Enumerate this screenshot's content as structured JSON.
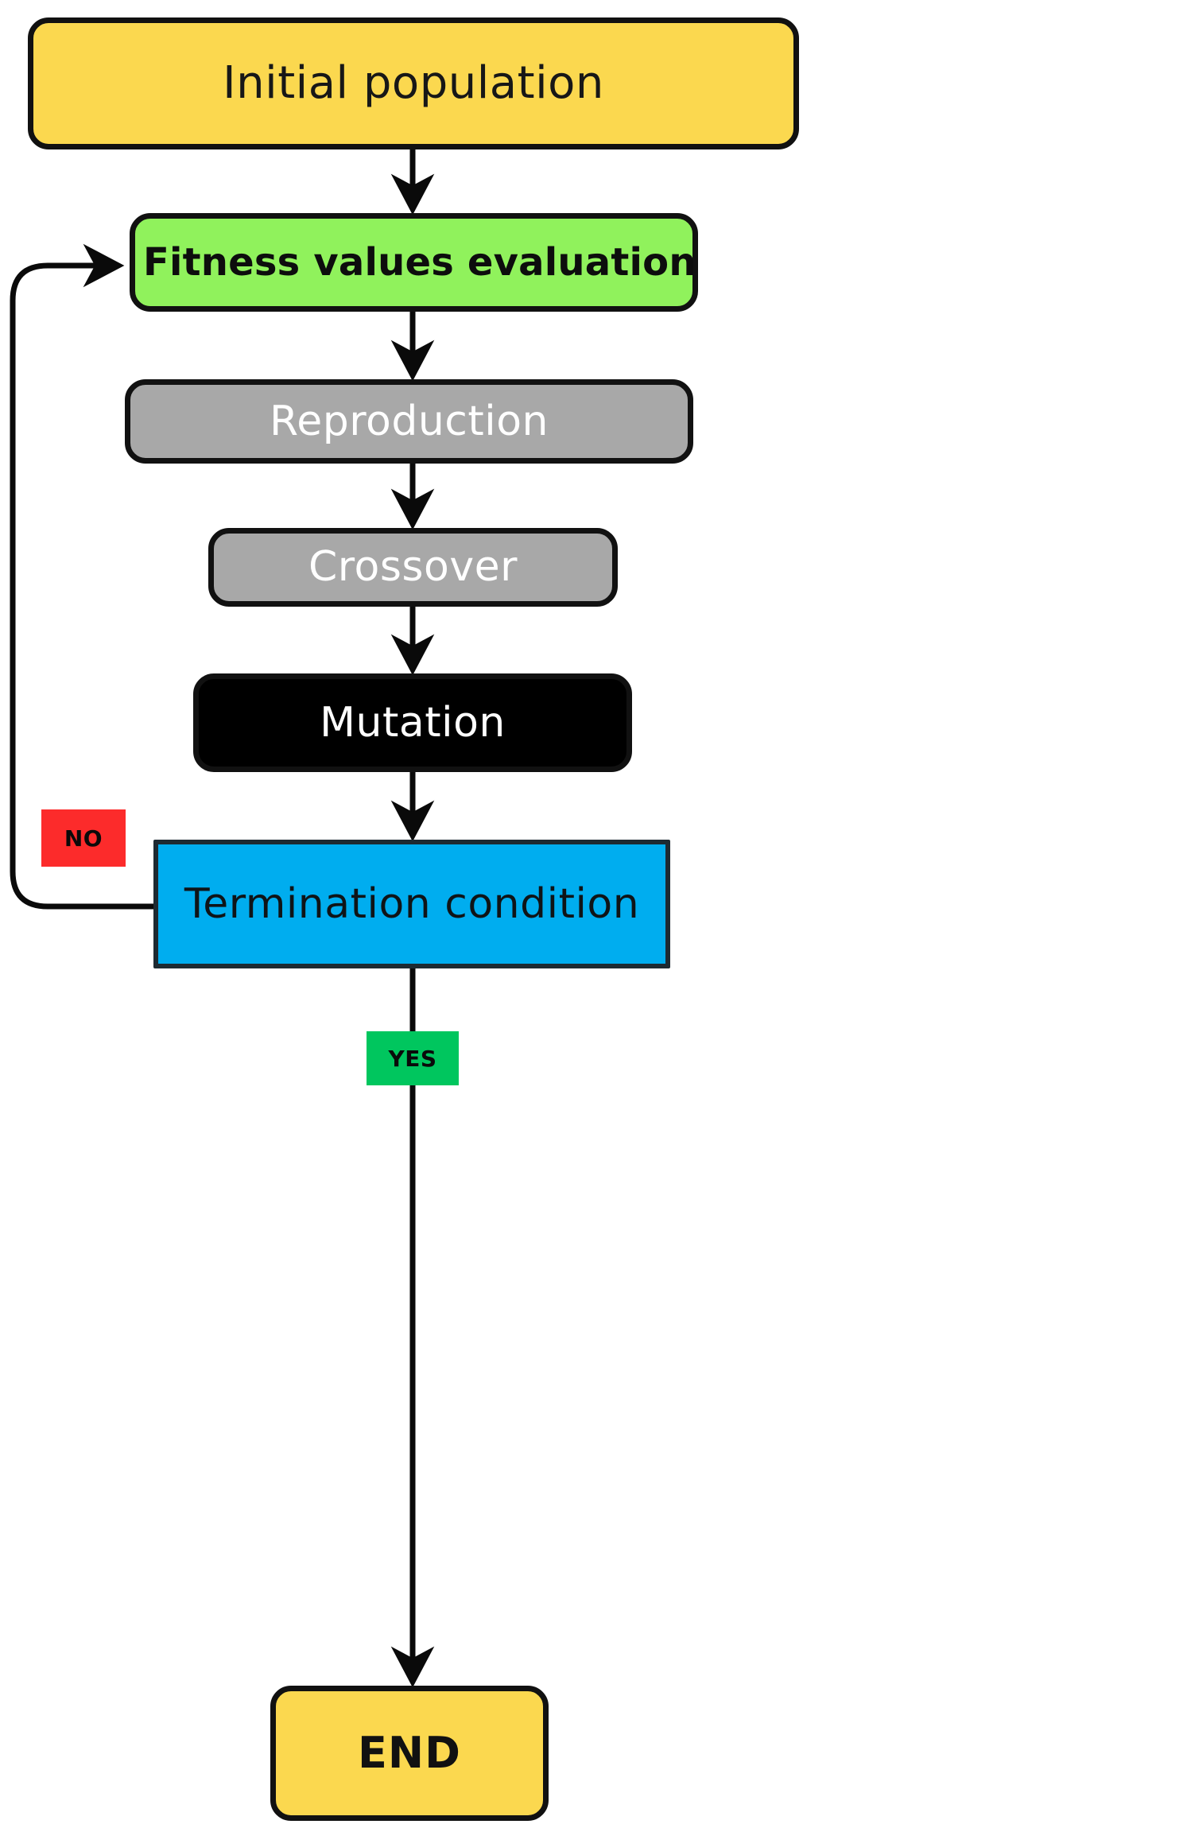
{
  "diagram": {
    "title": "Genetic algorithm flowchart",
    "background": "#ffffff",
    "nodes": {
      "initial_population": {
        "label": "Initial population",
        "fill": "#fbd84f",
        "text_color": "#171717",
        "shape": "rounded-rectangle"
      },
      "fitness_evaluation": {
        "label": "Fitness values evaluation",
        "fill": "#90f25c",
        "text_color": "#0d0d0d",
        "shape": "rounded-rectangle"
      },
      "reproduction": {
        "label": "Reproduction",
        "fill": "#a8a8a8",
        "text_color": "#ffffff",
        "shape": "rounded-rectangle"
      },
      "crossover": {
        "label": "Crossover",
        "fill": "#a8a8a8",
        "text_color": "#ffffff",
        "shape": "rounded-rectangle"
      },
      "mutation": {
        "label": "Mutation",
        "fill": "#000000",
        "text_color": "#ffffff",
        "shape": "rounded-rectangle"
      },
      "termination": {
        "label": "Termination condition",
        "fill": "#00adef",
        "text_color": "#0f1417",
        "shape": "rectangle"
      },
      "end": {
        "label": "END",
        "fill": "#fbd84f",
        "text_color": "#111111",
        "shape": "rounded-rectangle"
      }
    },
    "edge_labels": {
      "no": {
        "label": "NO",
        "fill": "#fc2b2b",
        "text_color": "#0a0a0a"
      },
      "yes": {
        "label": "YES",
        "fill": "#00c65e",
        "text_color": "#0a0a0a"
      }
    },
    "edges": [
      {
        "from": "initial_population",
        "to": "fitness_evaluation",
        "label": ""
      },
      {
        "from": "fitness_evaluation",
        "to": "reproduction",
        "label": ""
      },
      {
        "from": "reproduction",
        "to": "crossover",
        "label": ""
      },
      {
        "from": "crossover",
        "to": "mutation",
        "label": ""
      },
      {
        "from": "mutation",
        "to": "termination",
        "label": ""
      },
      {
        "from": "termination",
        "to": "fitness_evaluation",
        "label": "NO"
      },
      {
        "from": "termination",
        "to": "end",
        "label": "YES"
      }
    ],
    "connector_color": "#0a0a0a"
  }
}
